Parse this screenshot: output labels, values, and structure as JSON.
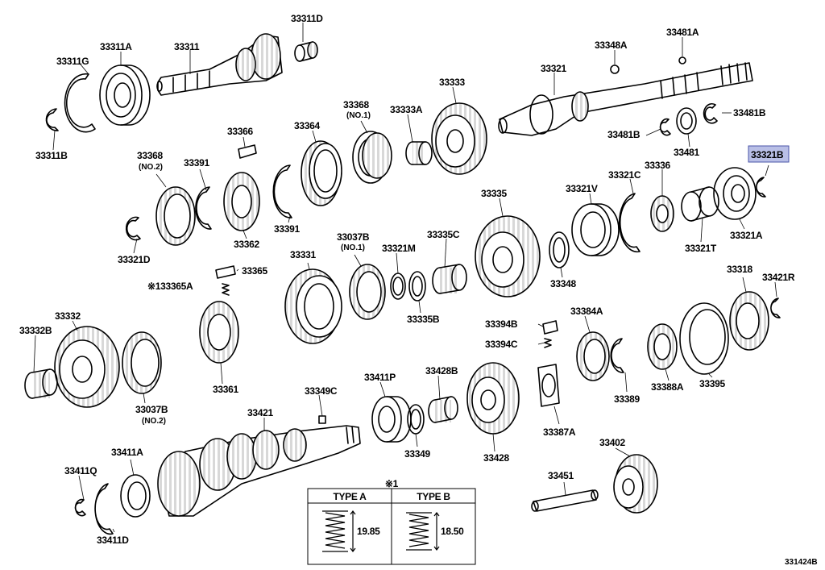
{
  "diagram": {
    "code": "331424B",
    "highlighted": "33321B",
    "note_mark": "※1",
    "spring_table": {
      "type_a": {
        "label": "TYPE A",
        "value": "19.85"
      },
      "type_b": {
        "label": "TYPE B",
        "value": "18.50"
      }
    }
  },
  "labels": [
    {
      "text": "33311D"
    },
    {
      "text": "33311A"
    },
    {
      "text": "33311"
    },
    {
      "text": "33311G"
    },
    {
      "text": "33311B"
    },
    {
      "text": "33348A"
    },
    {
      "text": "33481A"
    },
    {
      "text": "33321"
    },
    {
      "text": "33481B"
    },
    {
      "text": "33481B"
    },
    {
      "text": "33481"
    },
    {
      "text": "33333"
    },
    {
      "text": "33333A"
    },
    {
      "text": "33368"
    },
    {
      "text": "(NO.1)"
    },
    {
      "text": "33364"
    },
    {
      "text": "33366"
    },
    {
      "text": "33368"
    },
    {
      "text": "(NO.2)"
    },
    {
      "text": "33391"
    },
    {
      "text": "33391"
    },
    {
      "text": "33362"
    },
    {
      "text": "33321D"
    },
    {
      "text": "33321B"
    },
    {
      "text": "33336"
    },
    {
      "text": "33321C"
    },
    {
      "text": "33321V"
    },
    {
      "text": "33321T"
    },
    {
      "text": "33321A"
    },
    {
      "text": "33335"
    },
    {
      "text": "33348"
    },
    {
      "text": "33037B"
    },
    {
      "text": "(NO.1)"
    },
    {
      "text": "33321M"
    },
    {
      "text": "33335C"
    },
    {
      "text": "33335B"
    },
    {
      "text": "33331"
    },
    {
      "text": "33365"
    },
    {
      "text": "※133365A"
    },
    {
      "text": "33361"
    },
    {
      "text": "33332"
    },
    {
      "text": "33332B"
    },
    {
      "text": "33037B"
    },
    {
      "text": "(NO.2)"
    },
    {
      "text": "33318"
    },
    {
      "text": "33421R"
    },
    {
      "text": "33384A"
    },
    {
      "text": "33394B"
    },
    {
      "text": "33394C"
    },
    {
      "text": "33389"
    },
    {
      "text": "33388A"
    },
    {
      "text": "33395"
    },
    {
      "text": "33387A"
    },
    {
      "text": "33349C"
    },
    {
      "text": "33411P"
    },
    {
      "text": "33428B"
    },
    {
      "text": "33349"
    },
    {
      "text": "33428"
    },
    {
      "text": "33421"
    },
    {
      "text": "33411A"
    },
    {
      "text": "33411Q"
    },
    {
      "text": "33411D"
    },
    {
      "text": "33402"
    },
    {
      "text": "33451"
    }
  ]
}
